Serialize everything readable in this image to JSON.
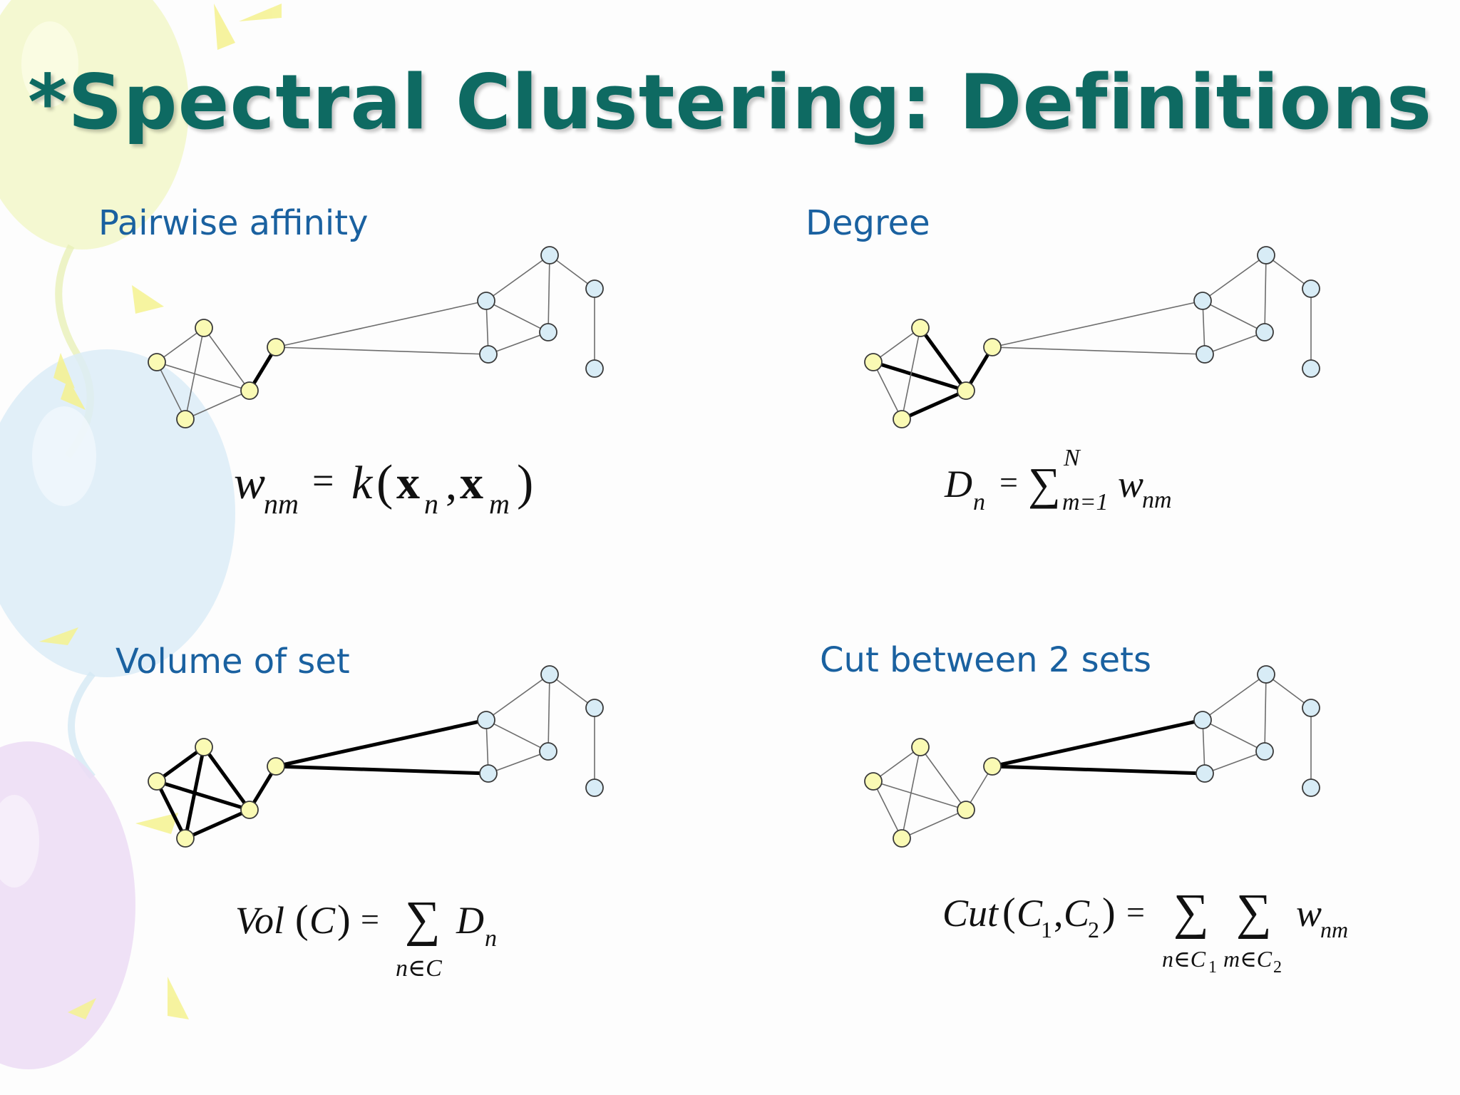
{
  "slide": {
    "title": "*Spectral Clustering: Definitions",
    "background_colors": [
      "#f1f6c8",
      "#d9edf7",
      "#ecdcf3",
      "#f7f3a8"
    ]
  },
  "panels": [
    {
      "id": "pairwise-affinity",
      "label": "Pairwise affinity",
      "bold_edges": [
        [
          3,
          4
        ]
      ],
      "formula": {
        "lhs": "w",
        "lhs_sub": "nm",
        "eq": "=",
        "k": "k",
        "lp": "(",
        "x1": "x",
        "x1_sub": "n",
        "comma": ",",
        "x2": "x",
        "x2_sub": "m",
        "rp": ")"
      }
    },
    {
      "id": "degree",
      "label": "Degree",
      "bold_edges": [
        [
          0,
          3
        ],
        [
          1,
          3
        ],
        [
          2,
          3
        ],
        [
          3,
          4
        ]
      ],
      "formula": {
        "lhs": "D",
        "lhs_sub": "n",
        "eq": "=",
        "sigma": "∑",
        "sup": "N",
        "sub": "m=1",
        "term": "w",
        "term_sub": "nm"
      }
    },
    {
      "id": "volume-of-set",
      "label": "Volume of set",
      "bold_edges": [
        [
          0,
          1
        ],
        [
          0,
          2
        ],
        [
          0,
          3
        ],
        [
          1,
          2
        ],
        [
          1,
          3
        ],
        [
          2,
          3
        ],
        [
          3,
          4
        ],
        [
          4,
          5
        ],
        [
          4,
          6
        ]
      ],
      "formula": {
        "lhs": "Vol",
        "lp": "(",
        "arg": "C",
        "rp": ")",
        "eq": "=",
        "sigma": "∑",
        "sigma_sub": "n∈C",
        "term": "D",
        "term_sub": "n"
      }
    },
    {
      "id": "cut-between-2-sets",
      "label": "Cut between 2 sets",
      "bold_edges": [
        [
          4,
          5
        ],
        [
          4,
          6
        ]
      ],
      "formula": {
        "lhs": "Cut",
        "lp": "(",
        "a1": "C",
        "a1_sub": "1",
        "comma": ",",
        "a2": "C",
        "a2_sub": "2",
        "rp": ")",
        "eq": "=",
        "sigma1": "∑",
        "sigma1_sub": "n∈C",
        "sigma1_subsub": "1",
        "sigma2": "∑",
        "sigma2_sub": "m∈C",
        "sigma2_subsub": "2",
        "term": "w",
        "term_sub": "nm"
      }
    }
  ],
  "graph": {
    "node_colors": {
      "cluster_1": "#fafab4",
      "cluster_2": "#d8ecf6"
    },
    "edges": [
      [
        0,
        1
      ],
      [
        0,
        2
      ],
      [
        0,
        3
      ],
      [
        1,
        2
      ],
      [
        1,
        3
      ],
      [
        2,
        3
      ],
      [
        3,
        4
      ],
      [
        4,
        5
      ],
      [
        4,
        6
      ],
      [
        5,
        6
      ],
      [
        5,
        7
      ],
      [
        6,
        7
      ],
      [
        7,
        8
      ],
      [
        8,
        9
      ],
      [
        6,
        8
      ]
    ]
  }
}
